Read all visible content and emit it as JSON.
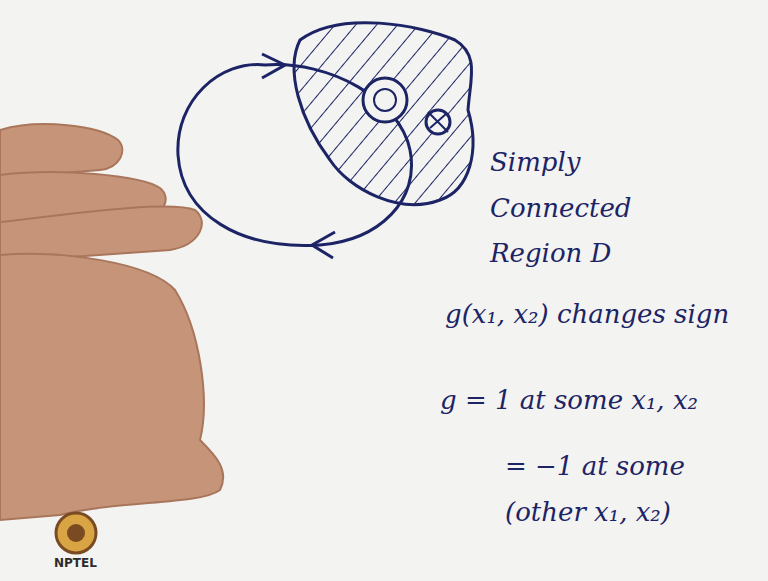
{
  "diagram": {
    "labels": [
      "Simply Connected Region D",
      "g(x₁, x₂) changes sign",
      "g = 1 at some x₁, x₂",
      "= −1 at some (other x₁, x₂)",
      "NPTEL"
    ]
  }
}
